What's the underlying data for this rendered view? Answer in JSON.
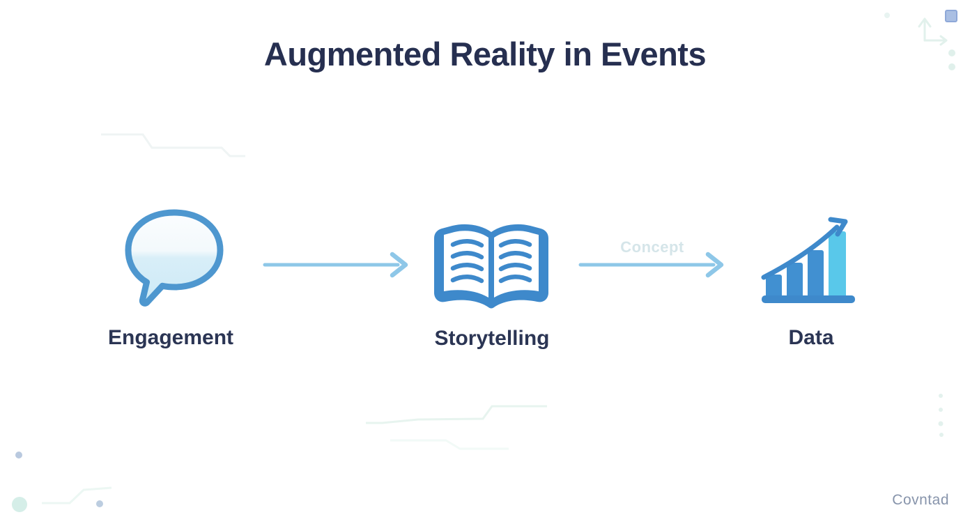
{
  "title": "Augmented Reality in Events",
  "flow": {
    "steps": [
      {
        "label": "Engagement",
        "icon": "speech-bubble-icon"
      },
      {
        "label": "Storytelling",
        "icon": "open-book-icon"
      },
      {
        "label": "Data",
        "icon": "bar-chart-growth-icon"
      }
    ],
    "connectors": [
      {
        "label": ""
      },
      {
        "label": "Concept"
      }
    ]
  },
  "watermark": "Covntad",
  "colors": {
    "title_text": "#262f50",
    "label_text": "#2b3554",
    "icon_primary_blue": "#3e89cb",
    "icon_bubble_stroke": "#4e97cf",
    "icon_bubble_fill": "#cdeaf6",
    "icon_cyan": "#59c8ea",
    "connector_arrow": "#8ec7e8",
    "connector_label": "#d5e5e9",
    "watermark_text": "#8794ab",
    "accent_square": "#aabfe3",
    "decor_mint": "#e2f1ec"
  }
}
